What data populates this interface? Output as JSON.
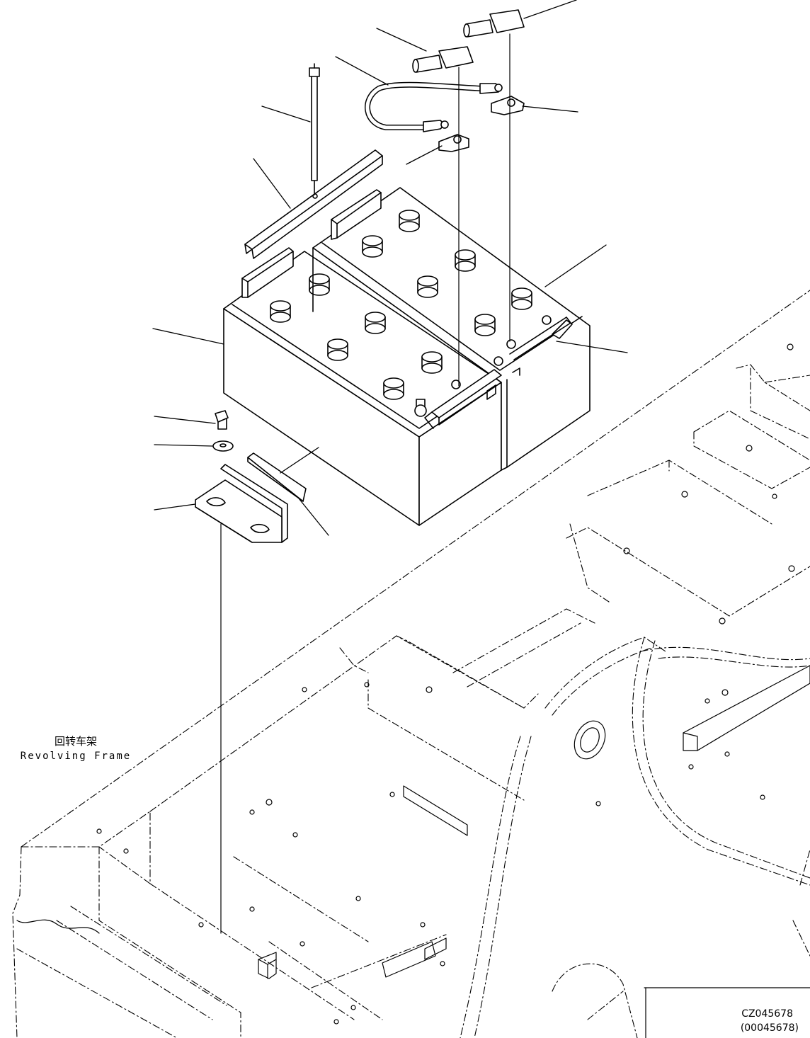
{
  "frame_label": {
    "chinese": "回转车架",
    "english": "Revolving Frame"
  },
  "drawing_code": {
    "primary": "CZ045678",
    "secondary": "(00045678)"
  },
  "colors": {
    "line": "#000000",
    "background": "#ffffff"
  }
}
